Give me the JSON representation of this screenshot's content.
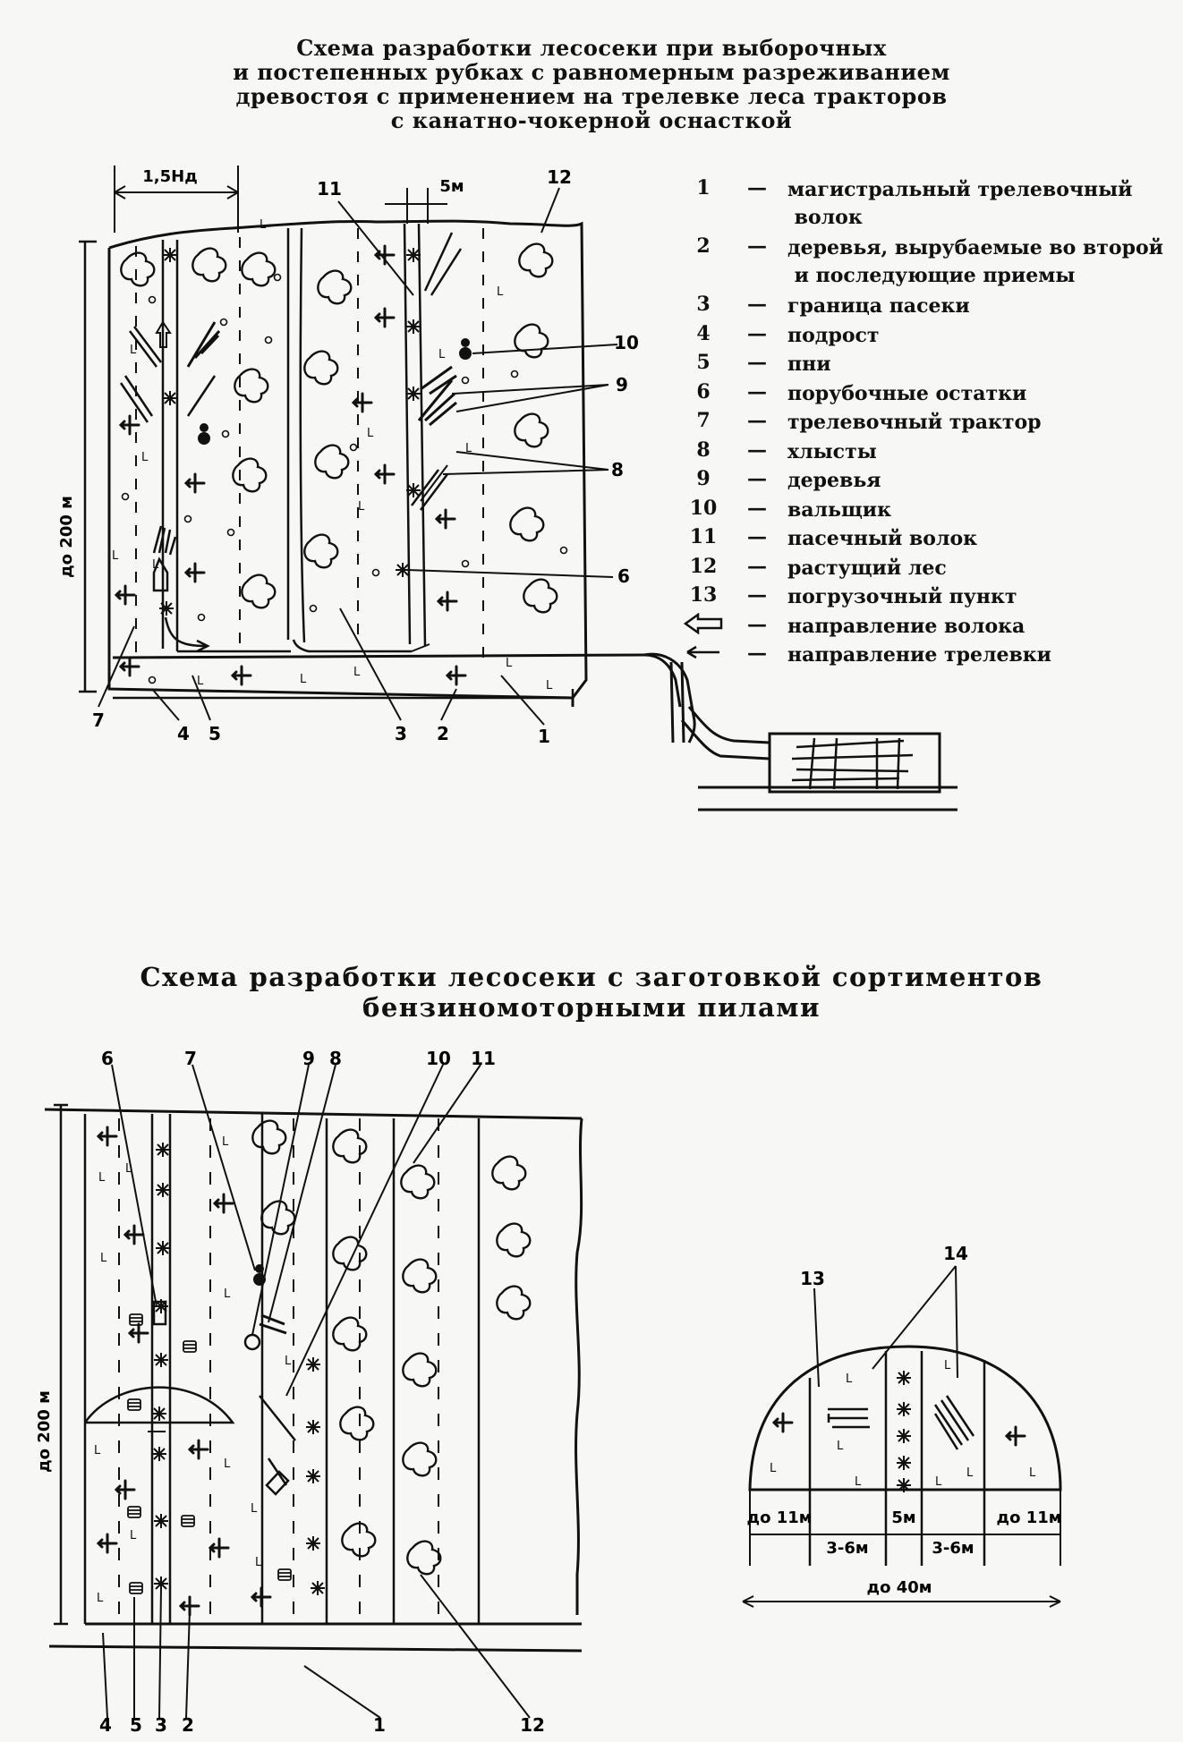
{
  "diagram1": {
    "title_lines": [
      "Схема разработки лесосеки при выборочных",
      "и постепенных рубках с равномерным разреживанием",
      "древостоя с применением на трелевке леса тракторов",
      "с канатно-чокерной оснасткой"
    ],
    "dimensions": {
      "width_label": "1,5Hд",
      "skid_width": "5м",
      "depth_label": "до 200 м"
    },
    "callouts": [
      "1",
      "2",
      "3",
      "4",
      "5",
      "6",
      "7",
      "8",
      "9",
      "10",
      "11",
      "12"
    ]
  },
  "legend": [
    {
      "num": "1",
      "dash": "—",
      "text": "магистральный трелевочный",
      "text2": "волок"
    },
    {
      "num": "2",
      "dash": "—",
      "text": "деревья, вырубаемые во второй",
      "text2": "и последующие приемы"
    },
    {
      "num": "3",
      "dash": "—",
      "text": "граница пасеки"
    },
    {
      "num": "4",
      "dash": "—",
      "text": "подрост"
    },
    {
      "num": "5",
      "dash": "—",
      "text": "пни"
    },
    {
      "num": "6",
      "dash": "—",
      "text": "порубочные остатки"
    },
    {
      "num": "7",
      "dash": "—",
      "text": "трелевочный трактор"
    },
    {
      "num": "8",
      "dash": "—",
      "text": "хлысты"
    },
    {
      "num": "9",
      "dash": "—",
      "text": "деревья"
    },
    {
      "num": "10",
      "dash": "—",
      "text": "вальщик"
    },
    {
      "num": "11",
      "dash": "—",
      "text": "пасечный волок"
    },
    {
      "num": "12",
      "dash": "—",
      "text": "растущий лес"
    },
    {
      "num": "13",
      "dash": "—",
      "text": "погрузочный пункт"
    },
    {
      "num": "",
      "symbol": "hollow-arrow-icon",
      "dash": "—",
      "text": "направление волока"
    },
    {
      "num": "",
      "symbol": "arrow-icon",
      "dash": "—",
      "text": "направление трелевки"
    }
  ],
  "diagram2": {
    "title_lines": [
      "Схема разработки лесосеки с заготовкой сортиментов",
      "бензиномоторными пилами"
    ],
    "depth_label": "до 200 м",
    "top_callouts": [
      "6",
      "7",
      "9",
      "8",
      "10",
      "11"
    ],
    "bottom_callouts": [
      "4",
      "5",
      "3",
      "2",
      "1",
      "12"
    ]
  },
  "diagram3": {
    "callouts": [
      "13",
      "14"
    ],
    "dims": {
      "left": "до 11м",
      "right": "до 11м",
      "center": "5м",
      "mid_left": "3-6м",
      "mid_right": "3-6м",
      "total": "до 40м"
    }
  }
}
